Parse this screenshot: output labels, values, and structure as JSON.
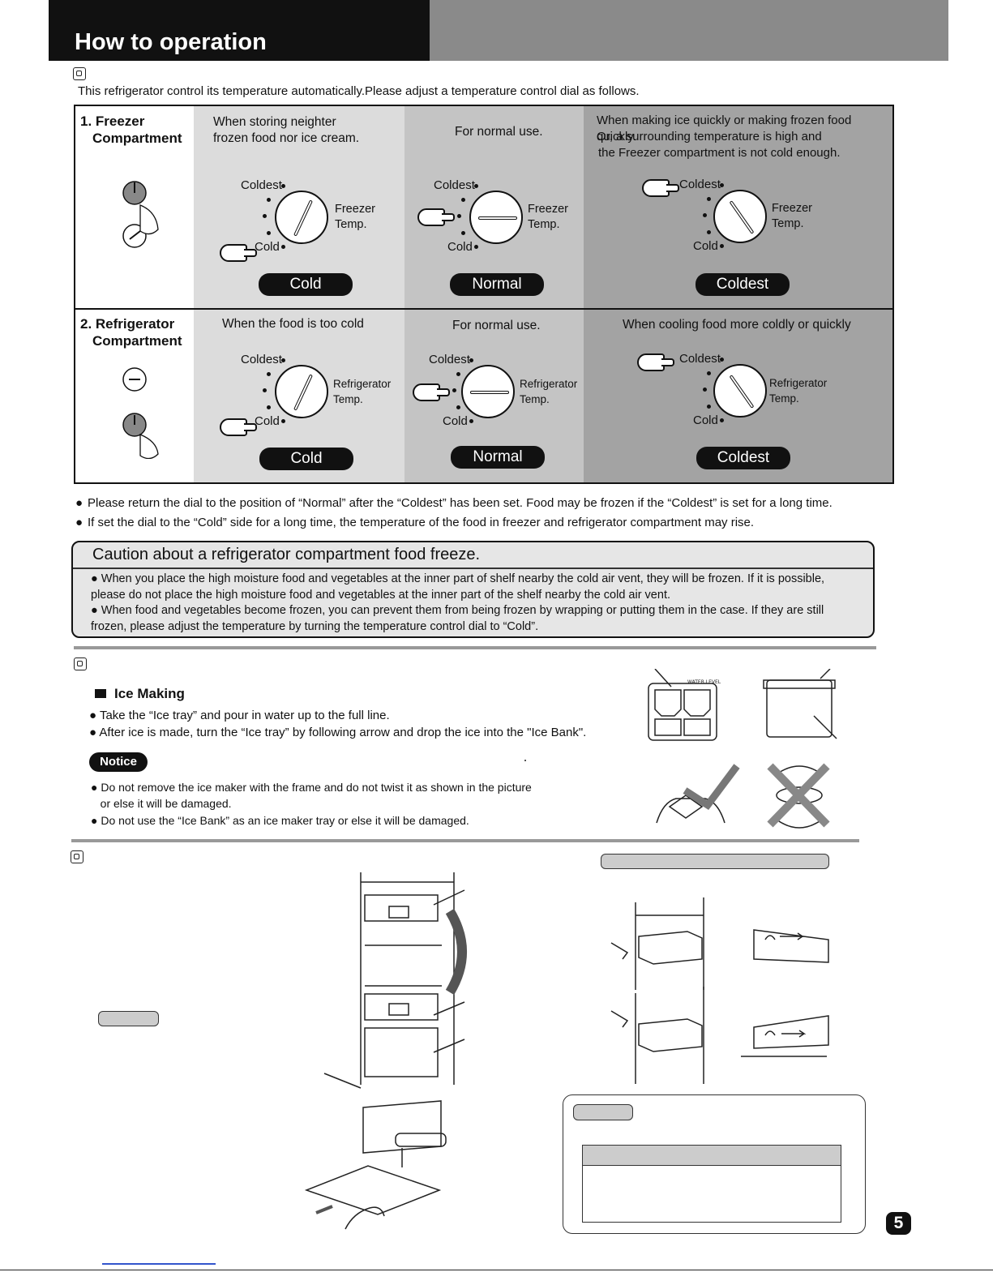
{
  "header": {
    "title": "How to operation"
  },
  "intro": "This refrigerator control its temperature automatically.Please adjust a temperature control dial as follows.",
  "dial_labels": {
    "coldest": "Coldest",
    "cold": "Cold",
    "freezer_temp": "Freezer Temp.",
    "refrigerator_temp": "Refrigerator Temp."
  },
  "freezer": {
    "title_line1": "1. Freezer",
    "title_line2": "Compartment",
    "col1_desc_line1": "When storing neighter",
    "col1_desc_line2": "frozen food nor ice cream.",
    "col2_desc": "For normal use.",
    "col3_desc_line1": "When making ice quickly or making frozen food quickly.",
    "col3_desc_line2": "Or, a surrounding  temperature is high and",
    "col3_desc_line3": "the Freezer  compartment is not cold enough.",
    "col1_setting": "Cold",
    "col2_setting": "Normal",
    "col3_setting": "Coldest"
  },
  "refrigerator": {
    "title_line1": "2. Refrigerator",
    "title_line2": "Compartment",
    "col1_desc": "When the food is too cold",
    "col2_desc": "For normal use.",
    "col3_desc": "When cooling food more  coldly or quickly",
    "col1_setting": "Cold",
    "col2_setting": "Normal",
    "col3_setting": "Coldest"
  },
  "notes": [
    "Please return the dial to the position of “Normal” after the “Coldest” has been set. Food may be frozen if the “Coldest” is set for a long time.",
    "If set the dial to the “Cold” side for a long time, the temperature of the food in freezer and refrigerator compartment may rise."
  ],
  "caution": {
    "title": "Caution about a refrigerator compartment food freeze.",
    "items": [
      "● When you place the high moisture food and vegetables at the inner part of shelf nearby the cold air vent, they will be frozen. If it is possible, please do not place the high moisture food and vegetables at the inner part of the shelf nearby the cold air vent.",
      "● When food and vegetables become frozen, you can prevent them from being frozen by wrapping or putting them in the case. If they are still frozen, please adjust the temperature by turning the temperature control dial to “Cold”."
    ]
  },
  "ice": {
    "heading": "Ice Making",
    "steps": [
      "● Take the “Ice tray”  and pour in water up  to the full line.",
      "●  After ice is made, turn the  “Ice tray”  by following arrow and drop the ice into the \"Ice Bank\"."
    ],
    "notice_label": "Notice",
    "notice_items": [
      "● Do not remove the ice maker with the frame and do not twist it as shown in the picture",
      "   or else it will be damaged.",
      "● Do not use the “Ice Bank” as an ice maker tray or else it  will be damaged."
    ],
    "water_level_label": "WATER LEVEL"
  },
  "page_number": "5"
}
